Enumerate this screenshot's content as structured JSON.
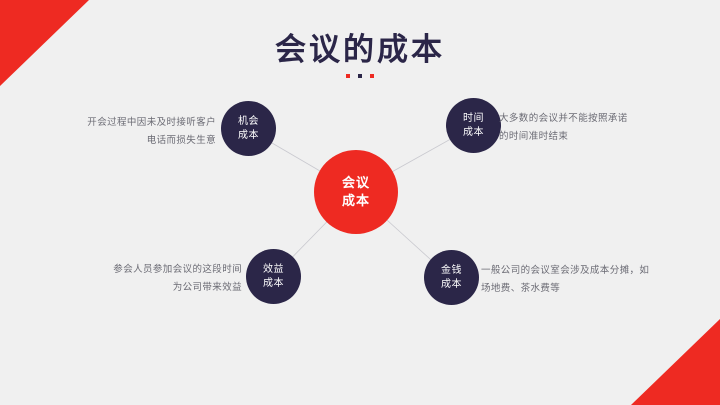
{
  "slide": {
    "title": "会议的成本",
    "background_color": "#f0f0f0",
    "accent_red": "#ee2a22",
    "accent_navy": "#2b2648"
  },
  "hub": {
    "line1": "会议",
    "line2": "成本"
  },
  "nodes": [
    {
      "id": "opportunity-cost",
      "line1": "机会",
      "line2": "成本",
      "description_line1": "开会过程中因未及时接听客户",
      "description_line2": "电话而损失生意"
    },
    {
      "id": "time-cost",
      "line1": "时间",
      "line2": "成本",
      "description_line1": "大多数的会议并不能按照承诺",
      "description_line2": "的时间准时结束"
    },
    {
      "id": "benefit-cost",
      "line1": "效益",
      "line2": "成本",
      "description_line1": "参会人员参加会议的这段时间",
      "description_line2": "为公司带来效益"
    },
    {
      "id": "money-cost",
      "line1": "金钱",
      "line2": "成本",
      "description_line1": "一般公司的会议室会涉及成本分摊，如",
      "description_line2": "场地费、茶水费等"
    }
  ]
}
